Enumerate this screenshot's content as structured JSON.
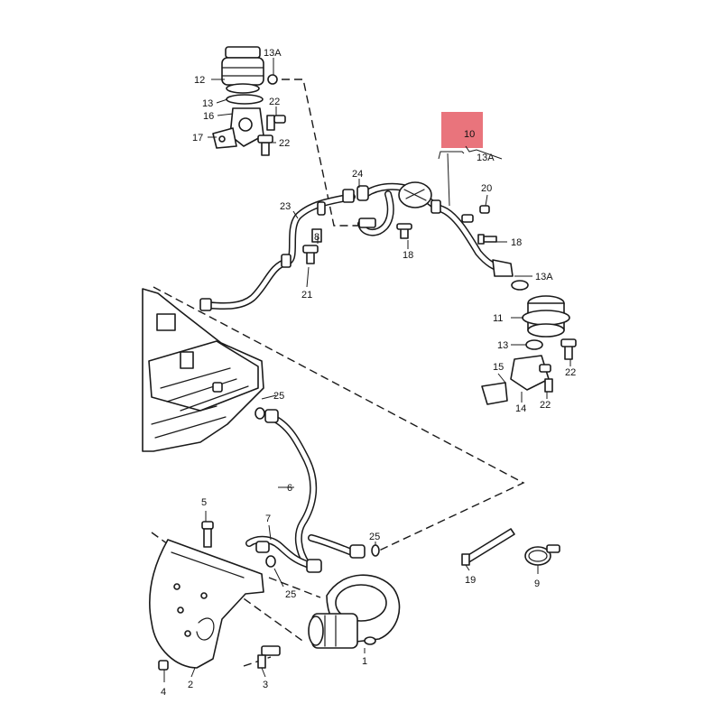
{
  "colors": {
    "line": "#1a1a1a",
    "highlight": "#e9747c",
    "background": "#ffffff"
  },
  "callouts": {
    "c1": "1",
    "c2": "2",
    "c3": "3",
    "c4": "4",
    "c5": "5",
    "c6": "6",
    "c7": "7",
    "c8": "8",
    "c9": "9",
    "c10": "10",
    "c11": "11",
    "c12": "12",
    "c13_left": "13",
    "c13_right": "13",
    "c13a_top": "13A",
    "c13a_mid": "13A",
    "c13a_bracket": "13A",
    "c14": "14",
    "c15": "15",
    "c16": "16",
    "c17": "17",
    "c18_mid": "18",
    "c18_right": "18",
    "c19": "19",
    "c20": "20",
    "c21": "21",
    "c22_a": "22",
    "c22_b": "22",
    "c22_c": "22",
    "c22_d": "22",
    "c23": "23",
    "c24": "24",
    "c25_a": "25",
    "c25_b": "25",
    "c25_c": "25"
  }
}
